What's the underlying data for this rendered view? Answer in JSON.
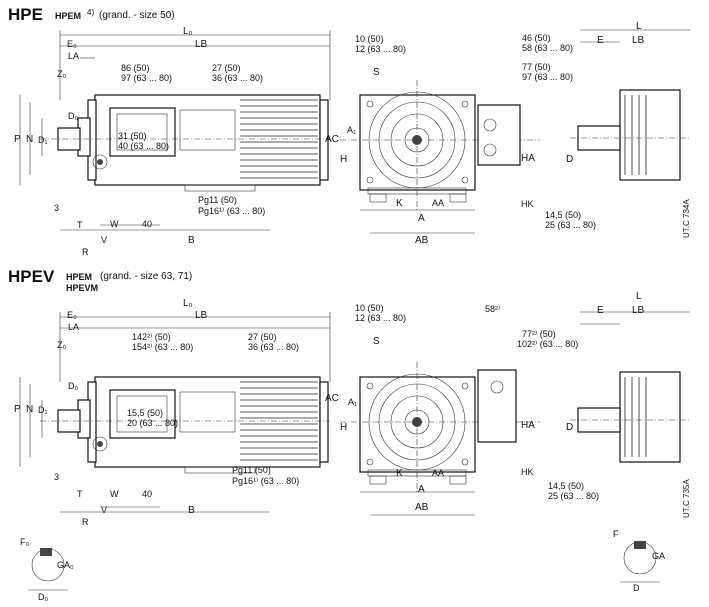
{
  "top": {
    "title": "HPE",
    "variant": "HPEM",
    "variant_sup": "4)",
    "size_note": "(grand. - size 50)",
    "side_code": "UT.C 734A",
    "dims": {
      "L0": "L₀",
      "E0": "E₀",
      "LB": "LB",
      "LA": "LA",
      "Z0": "Z₀",
      "D0": "D₀",
      "P": "P",
      "N": "N",
      "D1": "D₁",
      "three": "3",
      "T": "T",
      "R": "R",
      "W": "W",
      "V": "V",
      "forty": "40",
      "B": "B",
      "a1": "86 (50)",
      "a2": "97 (63 ... 80)",
      "b1": "27 (50)",
      "b2": "36 (63 ... 80)",
      "c1": "31 (50)",
      "c2": "40 (63 ... 80)",
      "pg1": "Pg11   (50)",
      "pg2": "Pg16¹⁾ (63 ... 80)",
      "d1": "10 (50)",
      "d2": "12 (63 ... 80)",
      "S": "S",
      "A1": "A₁",
      "AC": "AC",
      "H": "H",
      "K": "K",
      "AA": "AA",
      "A": "A",
      "AB": "AB",
      "e1": "46 (50)",
      "e2": "58 (63 ... 80)",
      "f1": "77 (50)",
      "f2": "97 (63 ... 80)",
      "HA": "HA",
      "HK": "HK",
      "g1": "14,5 (50)",
      "g2": "25   (63 ... 80)",
      "L": "L",
      "E": "E",
      "LB2": "LB",
      "D": "D"
    }
  },
  "bottom": {
    "title": "HPEV",
    "variant": "HPEM",
    "variant2": "HPEVM",
    "size_note": "(grand. - size 63, 71)",
    "side_code": "UT.C 735A",
    "dims": {
      "L0": "L₀",
      "E0": "E₀",
      "LB": "LB",
      "LA": "LA",
      "Z0": "Z₀",
      "D0": "D₀",
      "P": "P",
      "N": "N",
      "D1": "D₁",
      "three": "3",
      "T": "T",
      "R": "R",
      "W": "W",
      "V": "V",
      "forty": "40",
      "B": "B",
      "a1": "142²⁾ (50)",
      "a2": "154²⁾ (63 ... 80)",
      "b1": "27 (50)",
      "b2": "36 (63 ... 80)",
      "c1": "15,5 (50)",
      "c2": "20 (63 ... 80)",
      "pg1": "Pg11   (50)",
      "pg2": "Pg16¹⁾ (63 ... 80)",
      "d1": "10 (50)",
      "d2": "12 (63 ... 80)",
      "S": "S",
      "A1": "A₁",
      "AC": "AC",
      "H": "H",
      "K": "K",
      "AA": "AA",
      "A": "A",
      "AB": "AB",
      "e1": "58²⁾",
      "f1": "77²⁾ (50)",
      "f2": "102²⁾ (63 ... 80)",
      "HA": "HA",
      "HK": "HK",
      "g1": "14,5 (50)",
      "g2": "25   (63 ... 80)",
      "L": "L",
      "E": "E",
      "LB2": "LB",
      "D": "D"
    }
  },
  "details": {
    "left": {
      "F0": "F₀",
      "GA0": "GA₀",
      "D0": "D₀"
    },
    "right": {
      "F": "F",
      "GA": "GA",
      "D": "D"
    }
  }
}
